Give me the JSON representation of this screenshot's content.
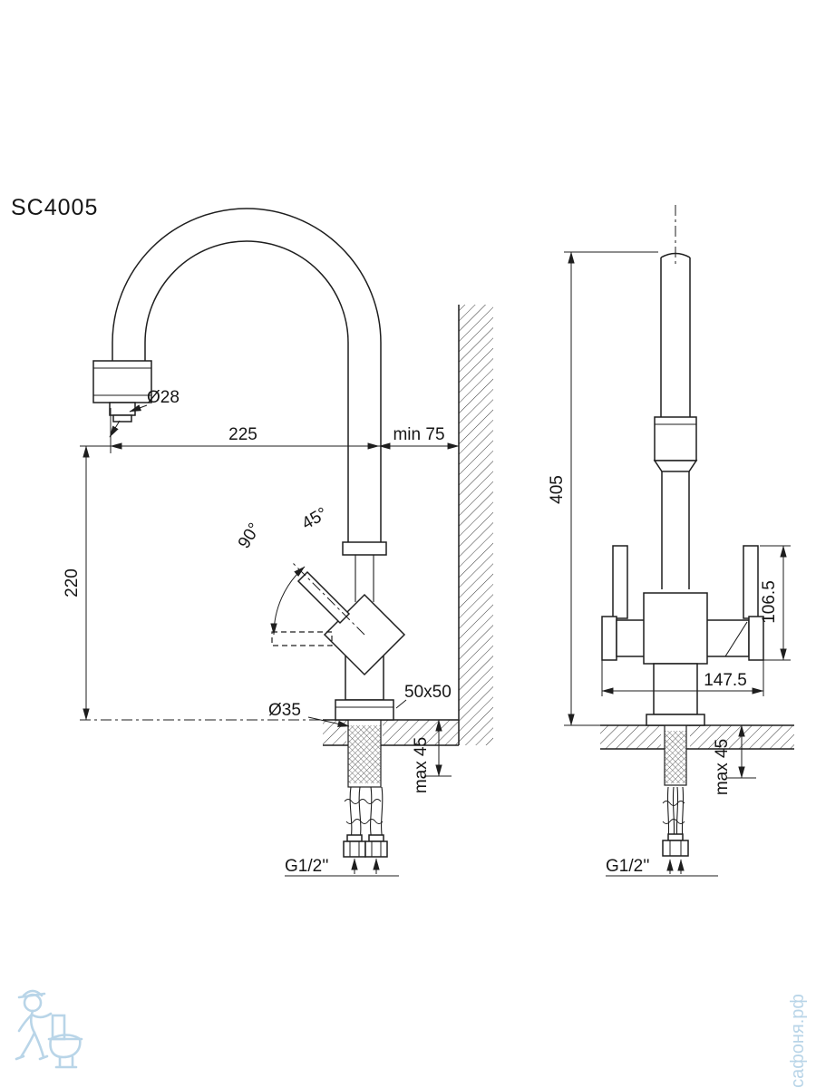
{
  "title": "SC4005",
  "watermark": {
    "brand_text": "сафоня.рф"
  },
  "colors": {
    "line": "#1e1e1e",
    "watermark": "#b9d5e8"
  },
  "side_view": {
    "labels": {
      "spout_diameter": "Ø28",
      "spout_reach": "225",
      "wall_clearance": "min 75",
      "spout_height": "220",
      "swivel_angle": "90°",
      "handle_angle": "45°",
      "base_plate": "50x50",
      "mounting_hole": "Ø35",
      "deck_thickness": "max 45",
      "thread": "G1/2''"
    }
  },
  "front_view": {
    "labels": {
      "total_height": "405",
      "handle_height": "106.5",
      "body_width": "147.5",
      "deck_thickness": "max 45",
      "thread": "G1/2''"
    }
  }
}
